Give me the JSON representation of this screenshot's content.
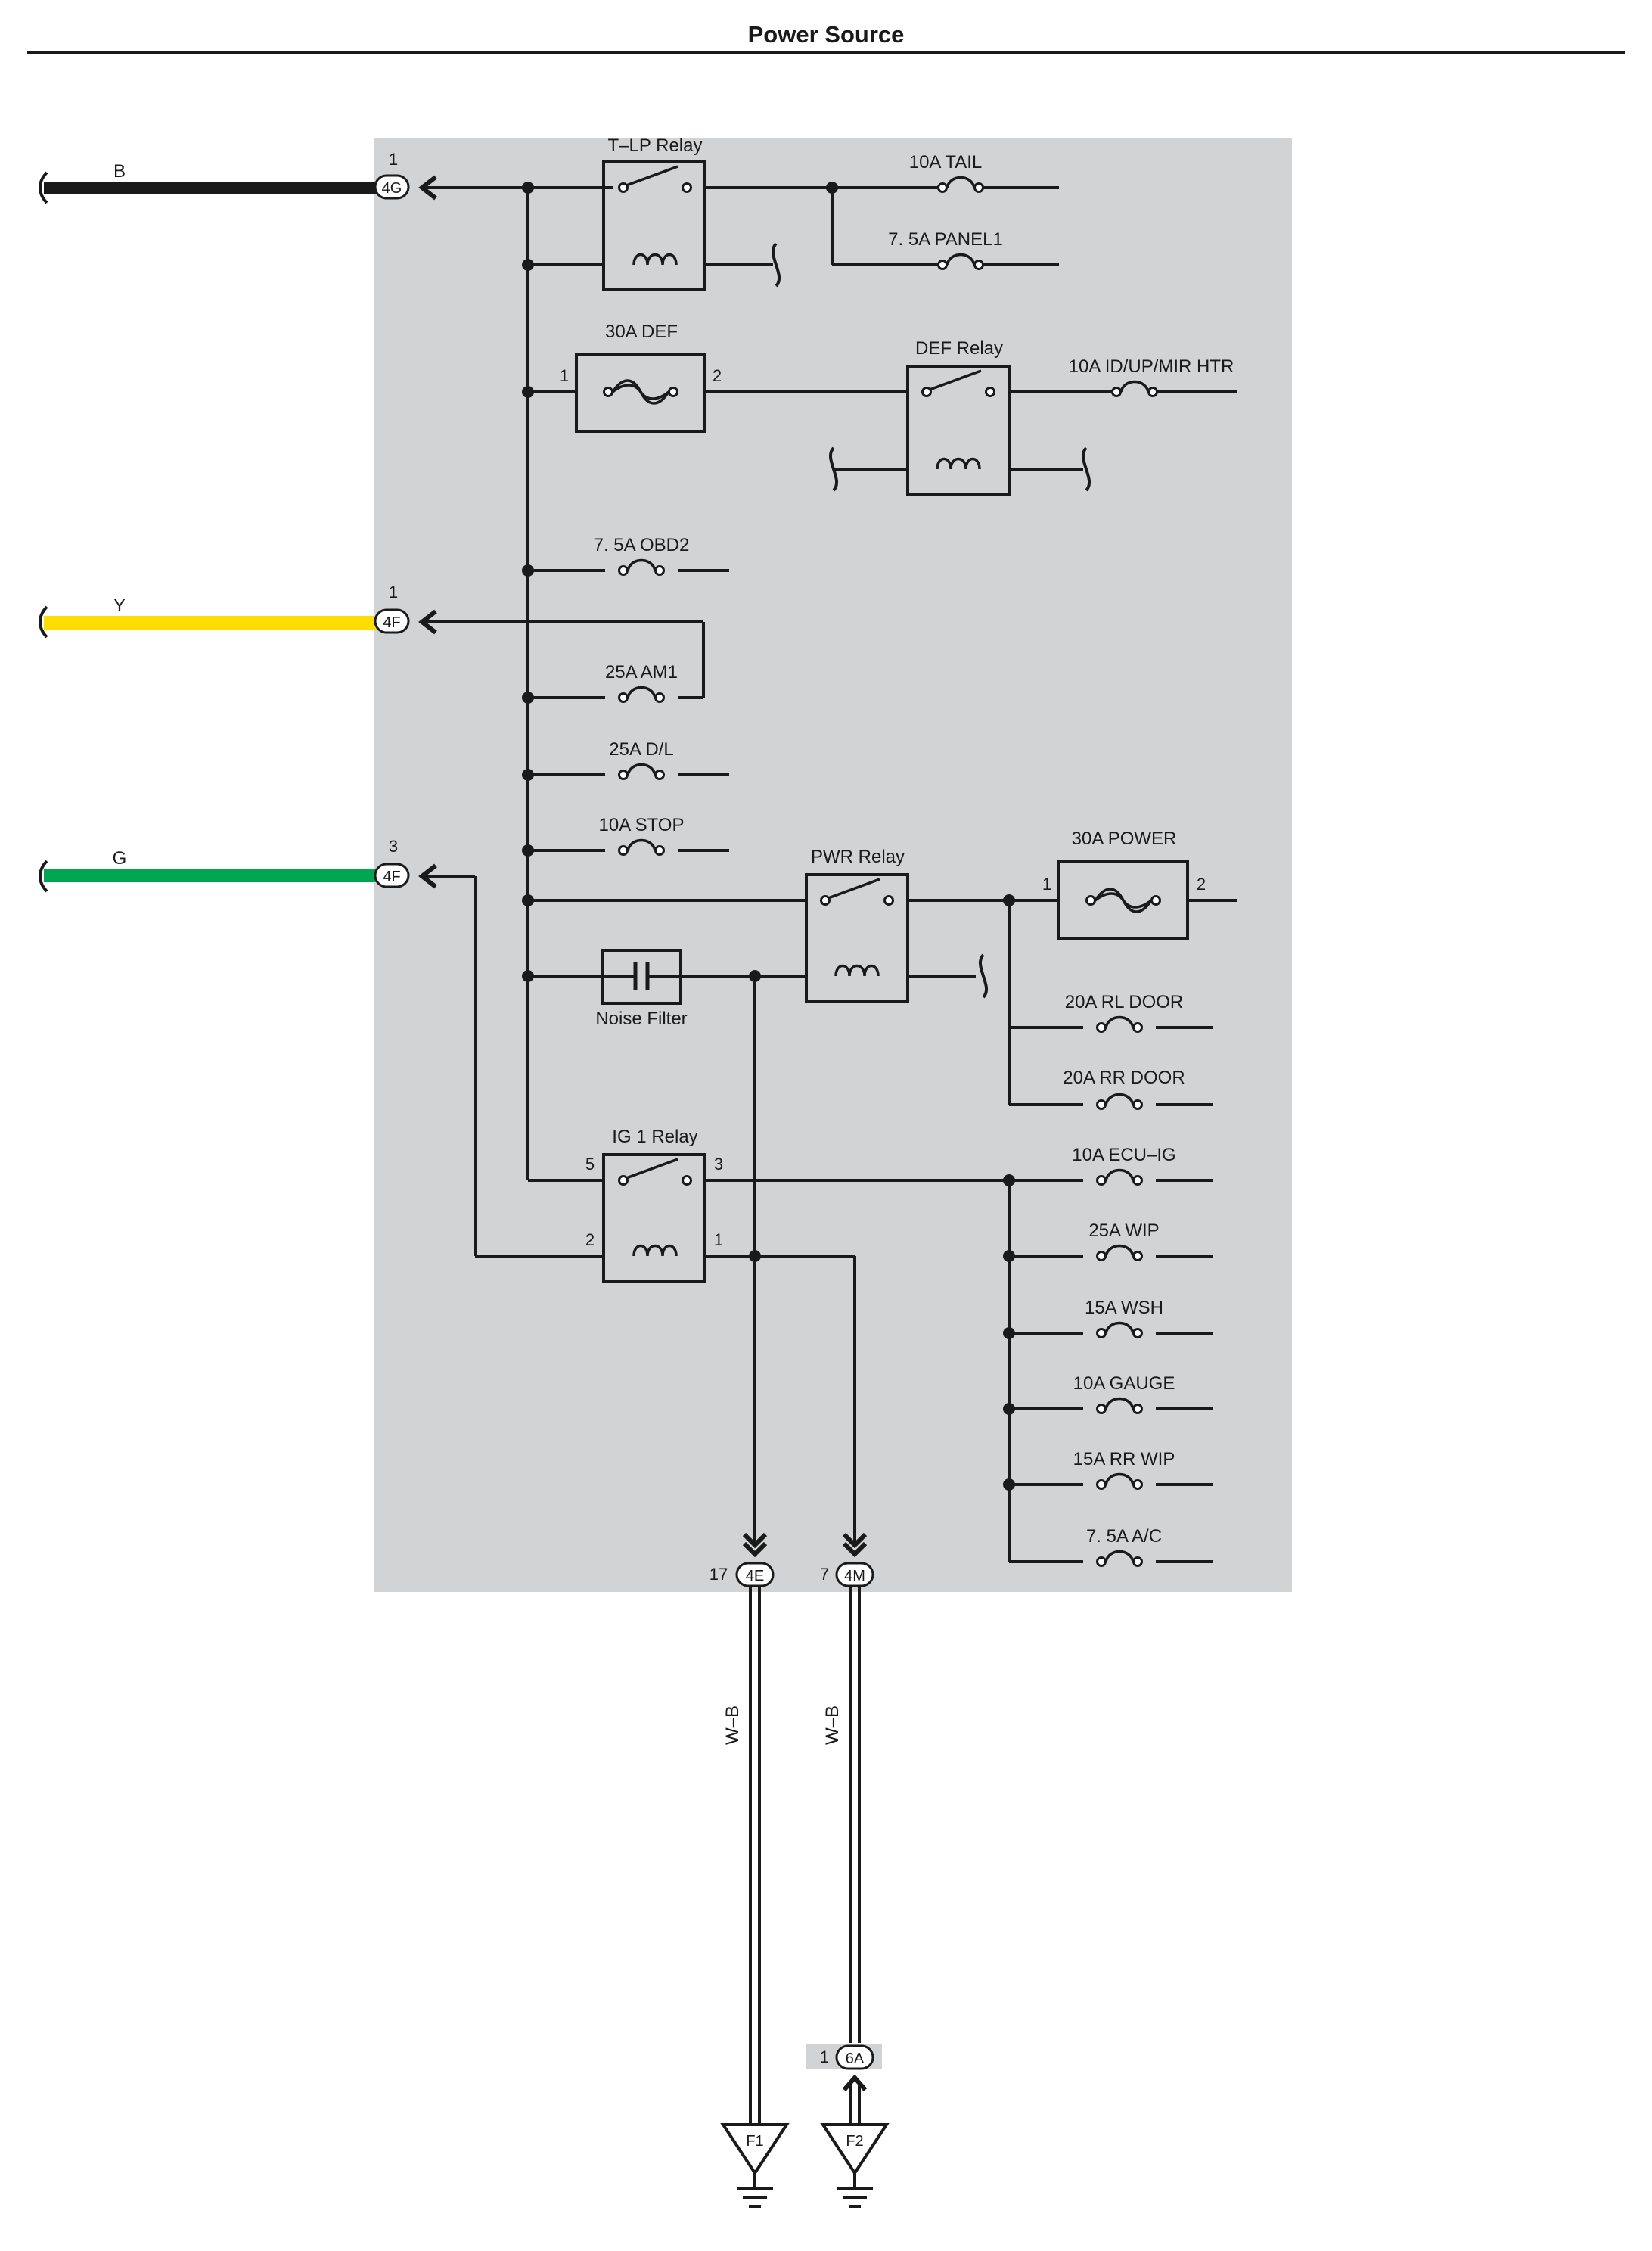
{
  "page": {
    "title": "Power Source"
  },
  "wires": {
    "b": {
      "color_code": "B",
      "color": "#1a1a1a",
      "connector": "4G",
      "pin": "1"
    },
    "y": {
      "color_code": "Y",
      "color": "#ffdd00",
      "connector": "4F",
      "pin": "1"
    },
    "g": {
      "color_code": "G",
      "color": "#00a651",
      "connector": "4F",
      "pin": "3"
    }
  },
  "relays": {
    "tlp": "T–LP Relay",
    "def": "DEF Relay",
    "pwr": "PWR Relay",
    "ig1": "IG 1 Relay",
    "ig1_pins": {
      "p5": "5",
      "p3": "3",
      "p2": "2",
      "p1": "1"
    }
  },
  "fuses": {
    "tail": "10A TAIL",
    "panel1": "7. 5A PANEL1",
    "def30": "30A DEF",
    "def30_pins": {
      "in": "1",
      "out": "2"
    },
    "id_up_mir_htr": "10A ID/UP/MIR HTR",
    "obd2": "7. 5A OBD2",
    "am1": "25A AM1",
    "dl": "25A D/L",
    "stop": "10A STOP",
    "power30": "30A POWER",
    "power30_pins": {
      "in": "1",
      "out": "2"
    },
    "rl_door": "20A RL DOOR",
    "rr_door": "20A RR DOOR",
    "ecu_ig": "10A ECU–IG",
    "wip": "25A WIP",
    "wsh": "15A WSH",
    "gauge": "10A GAUGE",
    "rr_wip": "15A RR WIP",
    "ac": "7. 5A A/C"
  },
  "noise_filter": "Noise Filter",
  "bottom": {
    "c4e": {
      "connector": "4E",
      "pin": "17",
      "wire": "W–B",
      "ground": "F1"
    },
    "c4m": {
      "connector": "4M",
      "pin": "7",
      "wire": "W–B"
    },
    "c6a": {
      "connector": "6A",
      "pin": "1",
      "ground": "F2"
    }
  },
  "colors": {
    "junction_block_fill": "#d1d3d4",
    "line": "#1a1a1a",
    "connector_6a_fill": "#d1d3d4"
  }
}
